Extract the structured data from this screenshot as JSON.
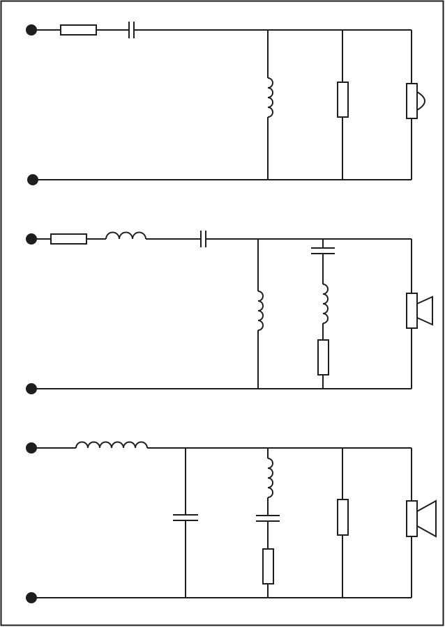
{
  "colors": {
    "line": "#1e1e1e",
    "background": "#ffffff"
  },
  "circuits": [
    {
      "id": "crossover-tweeter",
      "series": [
        "resistor",
        "capacitor"
      ],
      "shunt": [
        "inductor",
        "resistor"
      ],
      "load": "tweeter-icon"
    },
    {
      "id": "crossover-midrange",
      "series": [
        "resistor",
        "inductor",
        "capacitor"
      ],
      "shunt": [
        "inductor",
        "capacitor-inductor-resistor"
      ],
      "load": "speaker-icon"
    },
    {
      "id": "crossover-woofer",
      "series": [
        "inductor"
      ],
      "shunt": [
        "capacitor",
        "inductor-capacitor-resistor",
        "resistor"
      ],
      "load": "speaker-icon"
    }
  ]
}
